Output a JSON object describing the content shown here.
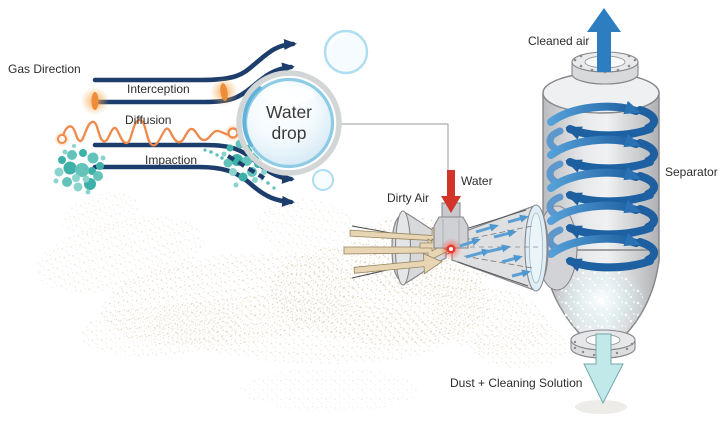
{
  "labels": {
    "gas_direction": "Gas Direction",
    "interception": "Interception",
    "diffusion": "Diffusion",
    "impaction": "Impaction",
    "water_drop_word1": "Water",
    "water_drop_word2": "drop",
    "cleaned_air": "Cleaned air",
    "separator": "Separator",
    "dirty_air": "Dirty Air",
    "water": "Water",
    "dust_solution": "Dust + Cleaning Solution"
  },
  "colors": {
    "flow_line": "#1d3e6d",
    "particle_teal": "#3db1a8",
    "diffusion_orange": "#ef8a4d",
    "water_red": "#d2342a",
    "spiral_blue": "#1e61a3",
    "cleaned_air_blue": "#2d7ec0",
    "outlet_cyan": "#c2e9ea",
    "vessel_gray": "#d9dadc",
    "dust_tan": "#c9b38c"
  }
}
